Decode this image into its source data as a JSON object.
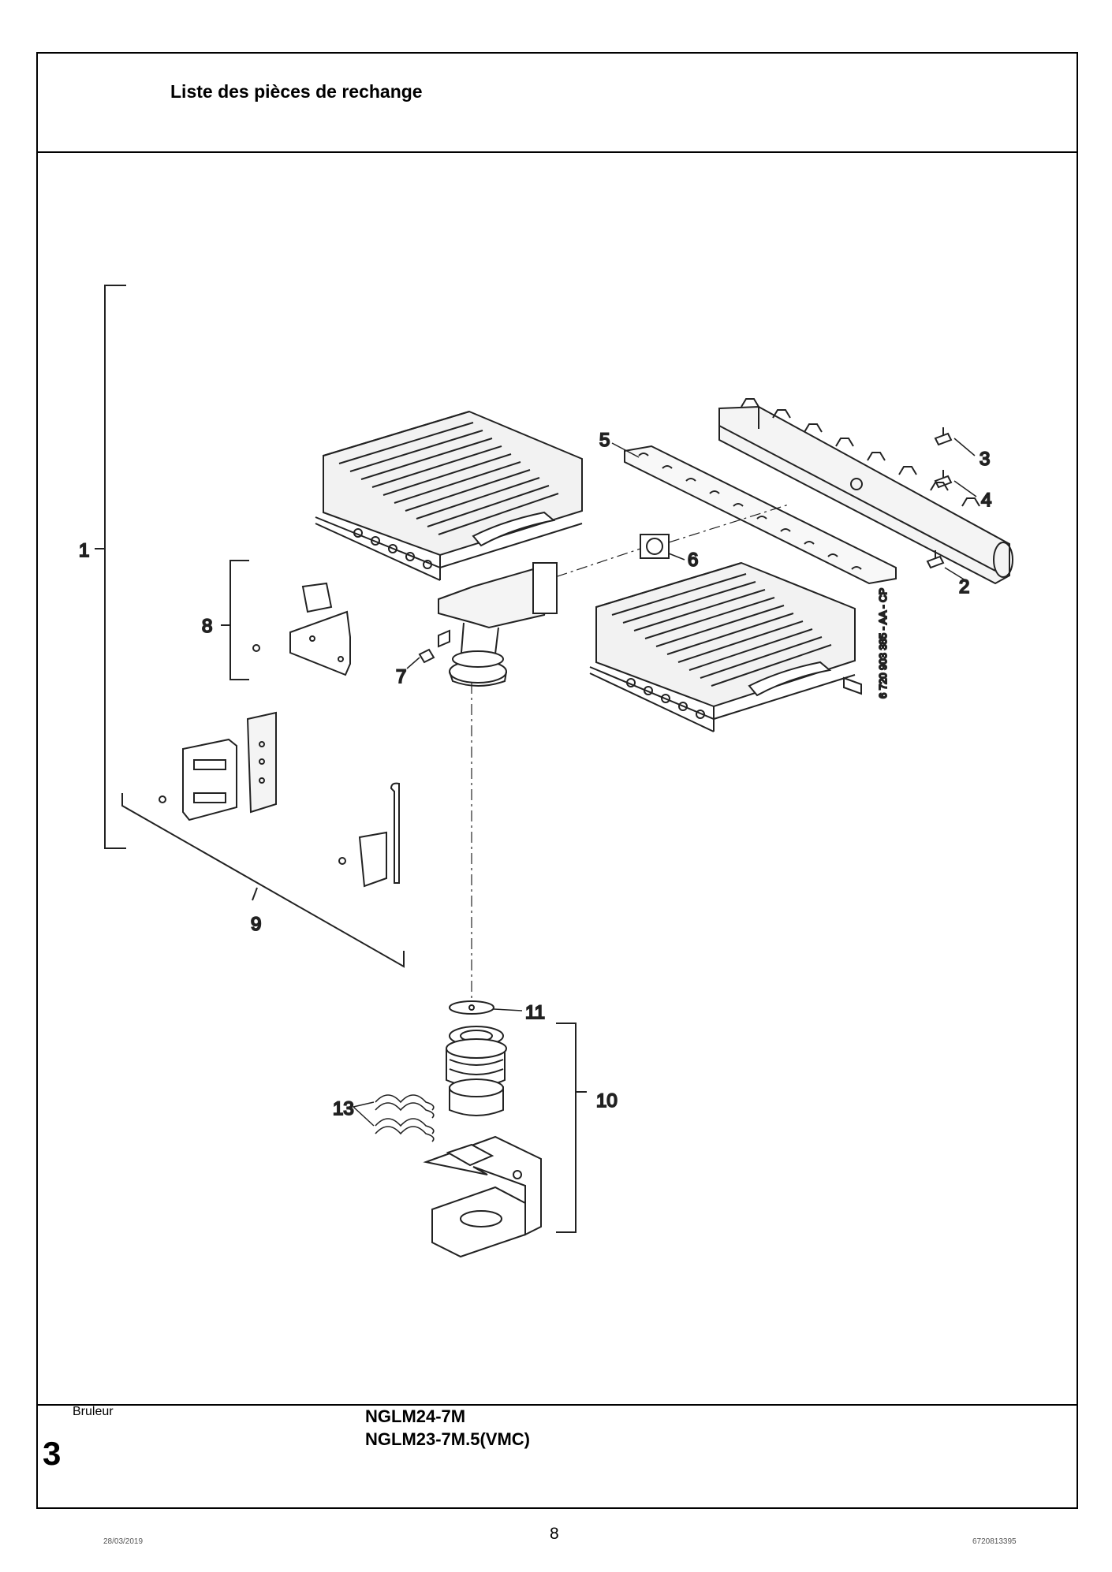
{
  "header": {
    "title": "Liste des pièces de rechange"
  },
  "diagram": {
    "callouts": [
      "1",
      "2",
      "3",
      "4",
      "5",
      "6",
      "7",
      "8",
      "9",
      "10",
      "11",
      "13"
    ],
    "reference": "6 720 903 385 - AA - CP"
  },
  "footer": {
    "section_name": "Bruleur",
    "section_number": "3",
    "models": [
      "NGLM24-7M",
      "NGLM23-7M.5(VMC)"
    ],
    "page_number": "8",
    "date": "28/03/2019",
    "document_number": "6720813395"
  }
}
